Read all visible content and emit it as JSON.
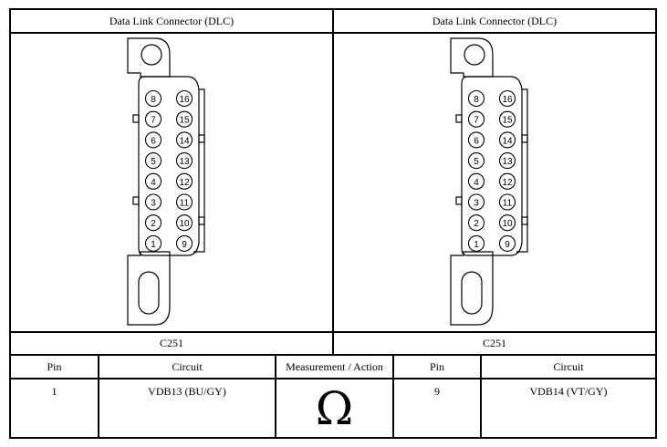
{
  "left": {
    "title": "Data Link Connector (DLC)",
    "connector_id": "C251",
    "pins_left": [
      "8",
      "7",
      "6",
      "5",
      "4",
      "3",
      "2",
      "1"
    ],
    "pins_right": [
      "16",
      "15",
      "14",
      "13",
      "12",
      "11",
      "10",
      "9"
    ]
  },
  "right": {
    "title": "Data Link Connector (DLC)",
    "connector_id": "C251",
    "pins_left": [
      "8",
      "7",
      "6",
      "5",
      "4",
      "3",
      "2",
      "1"
    ],
    "pins_right": [
      "16",
      "15",
      "14",
      "13",
      "12",
      "11",
      "10",
      "9"
    ]
  },
  "table": {
    "headers": {
      "pin_a": "Pin",
      "circuit_a": "Circuit",
      "measurement": "Measurement / Action",
      "pin_b": "Pin",
      "circuit_b": "Circuit"
    },
    "row": {
      "pin_a": "1",
      "circuit_a": "VDB13 (BU/GY)",
      "measurement_symbol": "Ω",
      "pin_b": "9",
      "circuit_b": "VDB14 (VT/GY)"
    }
  }
}
